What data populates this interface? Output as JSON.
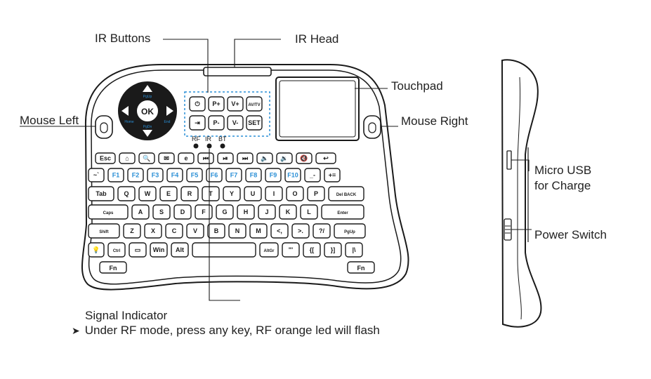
{
  "labels": {
    "ir_buttons": "IR Buttons",
    "ir_head": "IR Head",
    "touchpad": "Touchpad",
    "mouse_left": "Mouse Left",
    "mouse_right": "Mouse Right",
    "micro_usb_line1": "Micro USB",
    "micro_usb_line2": "for Charge",
    "power_switch": "Power Switch",
    "signal_indicator": "Signal Indicator",
    "signal_note": "Under RF mode, press any key, RF orange led will flash"
  },
  "dpad": {
    "center": "OK",
    "up": "PgUp",
    "down": "PgDn",
    "left": "Home",
    "right": "End"
  },
  "ir_keys": [
    [
      "⏻",
      "P+",
      "V+",
      "AV/TV"
    ],
    [
      "⇥",
      "P-",
      "V-",
      "SET"
    ]
  ],
  "indicators": [
    "RF",
    "IR",
    "BT"
  ],
  "keyboard_rows": [
    [
      "Esc",
      "⌂",
      "🔍",
      "✉",
      "e",
      "⏮",
      "⏯",
      "⏭",
      "🔈",
      "🔉",
      "🔇",
      "↩"
    ],
    [
      "~`",
      "F1",
      "F2",
      "F3",
      "F4",
      "F5",
      "F6",
      "F7",
      "F8",
      "F9",
      "F10",
      "_-",
      "+="
    ],
    [
      "Tab",
      "Q",
      "W",
      "E",
      "R",
      "T",
      "Y",
      "U",
      "I",
      "O",
      "P",
      "Del BACK"
    ],
    [
      "Caps",
      "A",
      "S",
      "D",
      "F",
      "G",
      "H",
      "J",
      "K",
      "L",
      "Enter"
    ],
    [
      "Shift",
      "Z",
      "X",
      "C",
      "V",
      "B",
      "N",
      "M",
      "<,",
      ">.",
      "?/",
      "PgUp"
    ],
    [
      "💡",
      "Ctrl",
      "▭",
      "Win",
      "Alt",
      "",
      "AltGr",
      "\"'",
      "{[",
      "}]",
      "|\\"
    ]
  ],
  "fn_keys": [
    "Fn",
    "Fn"
  ],
  "colors": {
    "line": "#1a1a1a",
    "accent_blue": "#2a8fd6",
    "bg": "#ffffff"
  }
}
